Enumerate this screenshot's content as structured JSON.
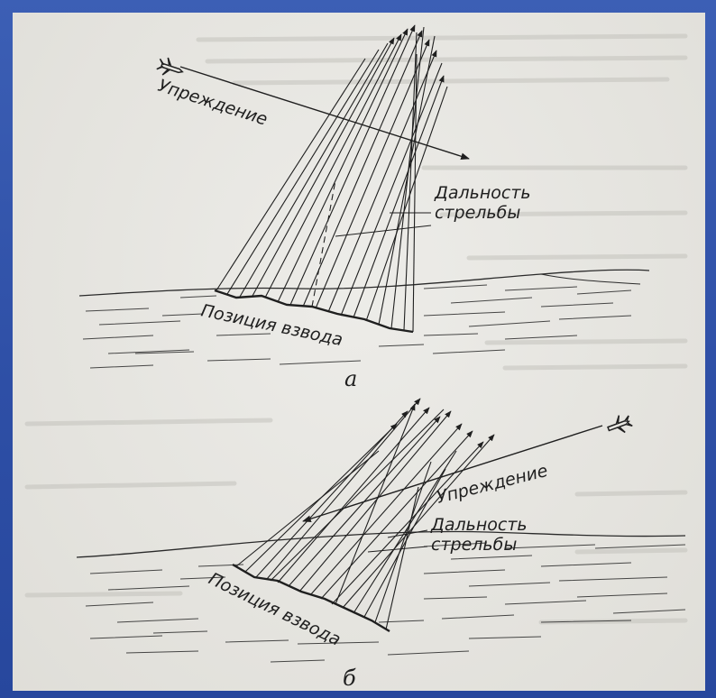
{
  "colors": {
    "background": "#2e4fa6",
    "page": "#e7e6e1",
    "ink": "#1f1f1f",
    "bleed_text": "#bdbcb6"
  },
  "diagram_a": {
    "icon": "aircraft-icon",
    "lead_label": "Упреждение",
    "range_label_line1": "Дальность",
    "range_label_line2": "стрельбы",
    "position_label": "Позиция взвода",
    "figure_letter": "а"
  },
  "diagram_b": {
    "icon": "aircraft-icon",
    "lead_label": "Упреждение",
    "range_label_line1": "Дальность",
    "range_label_line2": "стрельбы",
    "position_label": "Позиция взвода",
    "figure_letter": "б"
  }
}
